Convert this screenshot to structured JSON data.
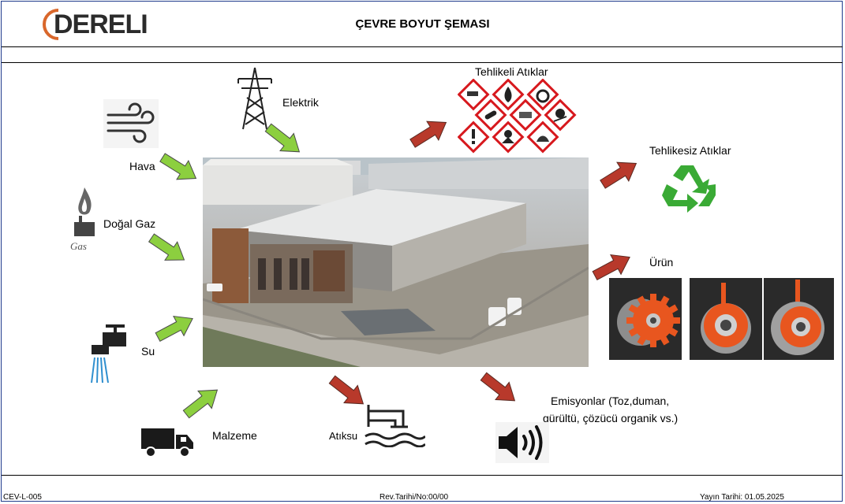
{
  "header": {
    "logo_text": "DERELI",
    "title": "ÇEVRE BOYUT ŞEMASI"
  },
  "inputs": {
    "electricity": "Elektrik",
    "air": "Hava",
    "natural_gas": "Doğal Gaz",
    "gas_icon_text": "Gas",
    "water": "Su",
    "material": "Malzeme"
  },
  "outputs": {
    "hazardous_waste": "Tehlikeli Atıklar",
    "non_hazardous_waste": "Tehlikesiz Atıklar",
    "product": "Ürün",
    "wastewater": "Atıksu",
    "emissions_line1": "Emisyonlar (Toz,duman,",
    "emissions_line2": "gürültü, çözücü organik vs.)"
  },
  "footer": {
    "doc_code": "CEV-L-005",
    "revision": "Rev.Tarihi/No:00/00",
    "publish_date": "Yayın Tarihi: 01.05.2025"
  },
  "colors": {
    "green_arrow": "#8ccf3f",
    "red_arrow": "#b8392b",
    "recycle_green": "#3aaa35",
    "hazard_red": "#d7191e",
    "product_orange": "#e8561f"
  }
}
